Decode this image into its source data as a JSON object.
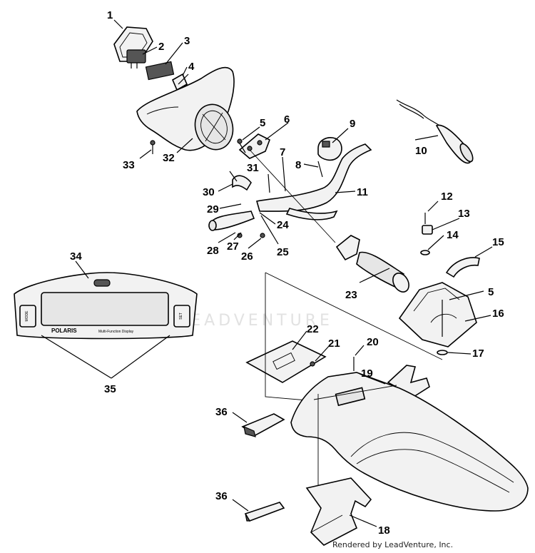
{
  "callouts": [
    "1",
    "2",
    "3",
    "4",
    "5",
    "6",
    "7",
    "8",
    "9",
    "10",
    "11",
    "12",
    "13",
    "14",
    "15",
    "5",
    "16",
    "17",
    "18",
    "19",
    "20",
    "21",
    "22",
    "23",
    "24",
    "25",
    "26",
    "27",
    "28",
    "29",
    "30",
    "31",
    "32",
    "33",
    "34",
    "35",
    "36",
    "36"
  ],
  "display_panel": {
    "brand": "POLARIS",
    "subtitle": "Multi-Function Display",
    "left_button": "MODE",
    "right_button": "SET"
  },
  "watermark": "LEADVENTURE",
  "credit": "Rendered by LeadVenture, Inc."
}
